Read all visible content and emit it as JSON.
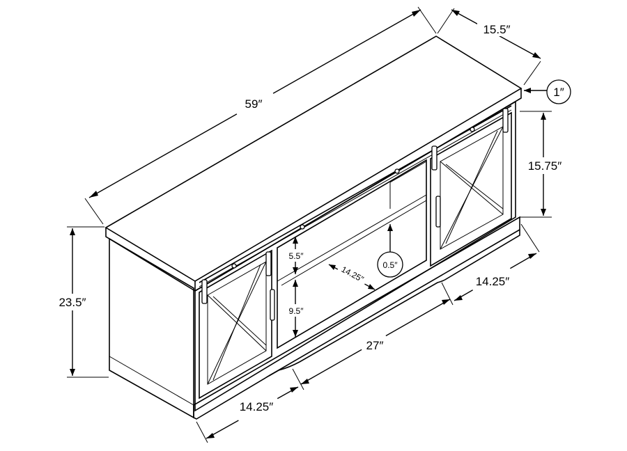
{
  "diagram": {
    "dimensions": {
      "width": "59″",
      "depth": "15.5″",
      "top_thickness": "1″",
      "height": "23.5″",
      "door_height": "15.75″",
      "shelf_upper": "5.5″",
      "shelf_lower": "9.5″",
      "shelf_depth": "14.25″",
      "shelf_thickness": "0.5″",
      "center_width": "27″",
      "left_width": "14.25″",
      "right_width": "14.25″"
    }
  }
}
